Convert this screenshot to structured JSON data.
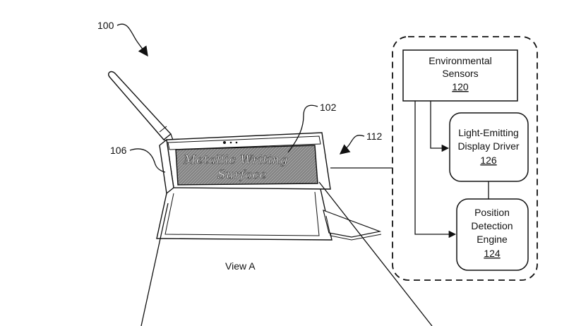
{
  "figure": {
    "ref_overall": "100",
    "ref_surface": "102",
    "ref_device_edge": "106",
    "ref_system": "112",
    "surface_label_line1": "Metallic Writing",
    "surface_label_line2": "Surface",
    "view_caption": "View A"
  },
  "blocks": {
    "environmental_sensors": {
      "line1": "Environmental",
      "line2": "Sensors",
      "ref": "120"
    },
    "display_driver": {
      "line1": "Light-Emitting",
      "line2": "Display Driver",
      "ref": "126"
    },
    "position_engine": {
      "line1": "Position",
      "line2": "Detection",
      "line3": "Engine",
      "ref": "124"
    }
  }
}
